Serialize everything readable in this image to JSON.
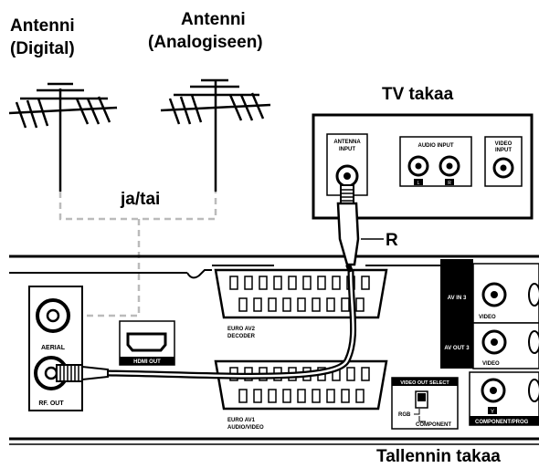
{
  "labels": {
    "antenna_digital_line1": "Antenni",
    "antenna_digital_line2": "(Digital)",
    "antenna_analog_line1": "Antenni",
    "antenna_analog_line2": "(Analogiseen)",
    "and_or": "ja/tai",
    "tv_back": "TV takaa",
    "recorder_back": "Tallennin takaa",
    "cable_r": "R"
  },
  "tv_panel": {
    "antenna_input": [
      "ANTENNA",
      "INPUT"
    ],
    "audio_input": "AUDIO INPUT",
    "audio_l": "L",
    "audio_r": "R",
    "video_input": [
      "VIDEO",
      "INPUT"
    ]
  },
  "recorder_panel": {
    "aerial": "AERIAL",
    "rf_out": "RF. OUT",
    "hdmi_out": "HDMI OUT",
    "euro_av2": [
      "EURO AV2",
      "DECODER"
    ],
    "euro_av1": [
      "EURO AV1",
      "AUDIO/VIDEO"
    ],
    "av_in3": "AV IN 3",
    "av_out3": "AV OUT 3",
    "video_1": "VIDEO",
    "video_2": "VIDEO",
    "video_out_select": "VIDEO OUT SELECT",
    "rgb": "RGB",
    "component": "COMPONENT",
    "y": "Y",
    "component_prog": "COMPONENT/PROG"
  }
}
